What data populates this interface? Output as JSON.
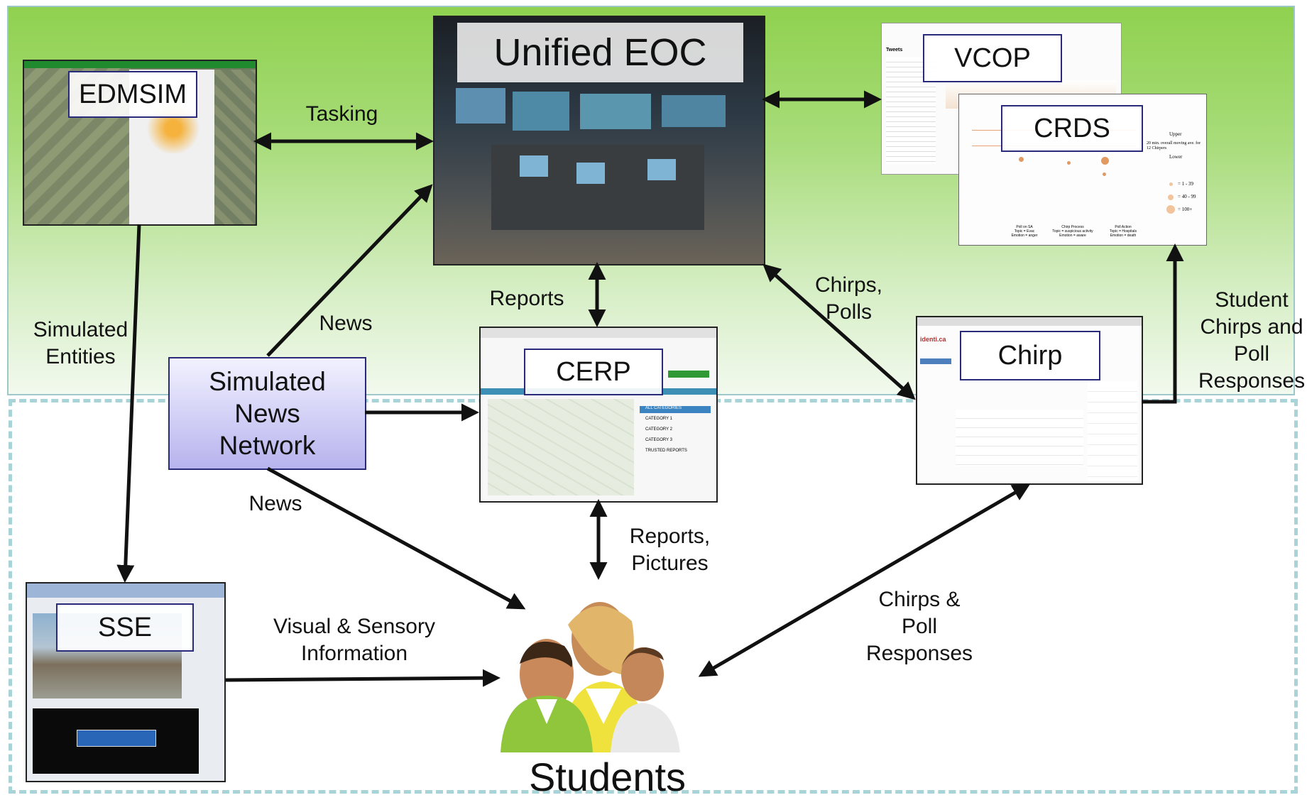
{
  "nodes": {
    "unified_eoc": "Unified EOC",
    "edmsim": "EDMSIM",
    "vcop": "VCOP",
    "crds": "CRDS",
    "chirp": "Chirp",
    "cerp": "CERP",
    "sse": "SSE",
    "simulated_news_network": "Simulated\nNews\nNetwork",
    "students": "Students"
  },
  "edge_labels": {
    "tasking": "Tasking",
    "simulated_entities": "Simulated\nEntities",
    "news_top": "News",
    "reports": "Reports",
    "chirps_polls": "Chirps,\nPolls",
    "student_chirps": "Student\nChirps and\nPoll\nResponses",
    "news_bottom": "News",
    "reports_pictures": "Reports,\nPictures",
    "visual_sensory": "Visual & Sensory\nInformation",
    "chirps_poll_responses": "Chirps &\nPoll\nResponses"
  },
  "screenshot_text": {
    "cerp_menu": [
      "ALL CATEGORIES",
      "CATEGORY 1",
      "CATEGORY 2",
      "CATEGORY 3",
      "TRUSTED REPORTS"
    ],
    "crds_legend": [
      "Upper",
      "20 min. overall moving ave. for 12 Chirpers",
      "Lower",
      "= 1 - 39",
      "= 40 - 99",
      "= 100+"
    ],
    "crds_axis": [
      "Poll on SA\nTopic = Evac\nEmotion = anger",
      "Chirp Process\nTopic = suspicious activity\nEmotion = aware",
      "Poll Action\nTopic = Hospitals\nEmotion = death"
    ],
    "chirp_brand": "identi.ca",
    "vcop_header": "Tweets"
  },
  "colors": {
    "green_top": "#8fd14f",
    "dashed_border": "#a8d4d8",
    "label_border": "#2a2a7a",
    "news_fill": "#b7b3ee",
    "arrow": "#111111"
  }
}
